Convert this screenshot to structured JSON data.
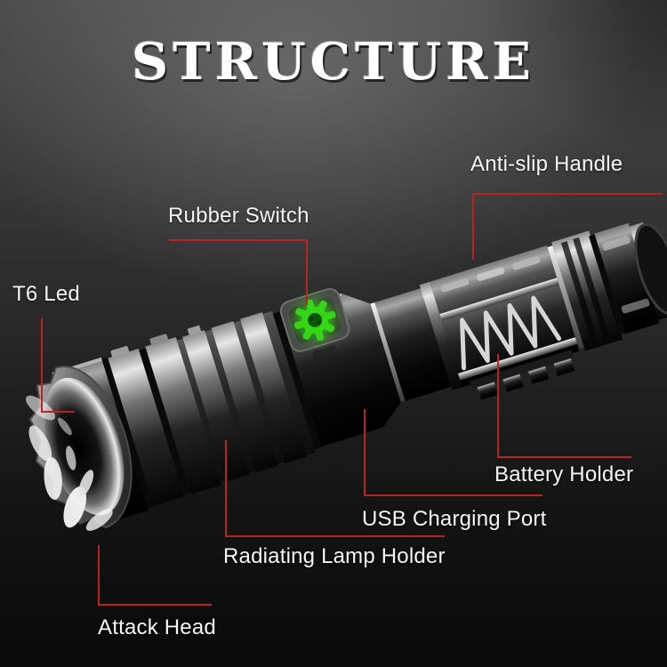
{
  "page": {
    "title": "STRUCTURE"
  },
  "labels": {
    "anti_slip_handle": "Anti-slip Handle",
    "rubber_switch": "Rubber Switch",
    "t6_led": "T6 Led",
    "battery_holder": "Battery Holder",
    "usb_charging_port": "USB Charging Port",
    "radiating_lamp_holder": "Radiating Lamp Holder",
    "attack_head": "Attack Head"
  },
  "icons": {
    "switch_indicator": "gear-icon"
  },
  "colors": {
    "leader_line": "#b82323",
    "label_text": "#f5f5f5",
    "title_text": "#ffffff",
    "switch_glow_green": "#35d615",
    "background_top": "#4b4b4b",
    "background_bottom": "#090909"
  }
}
